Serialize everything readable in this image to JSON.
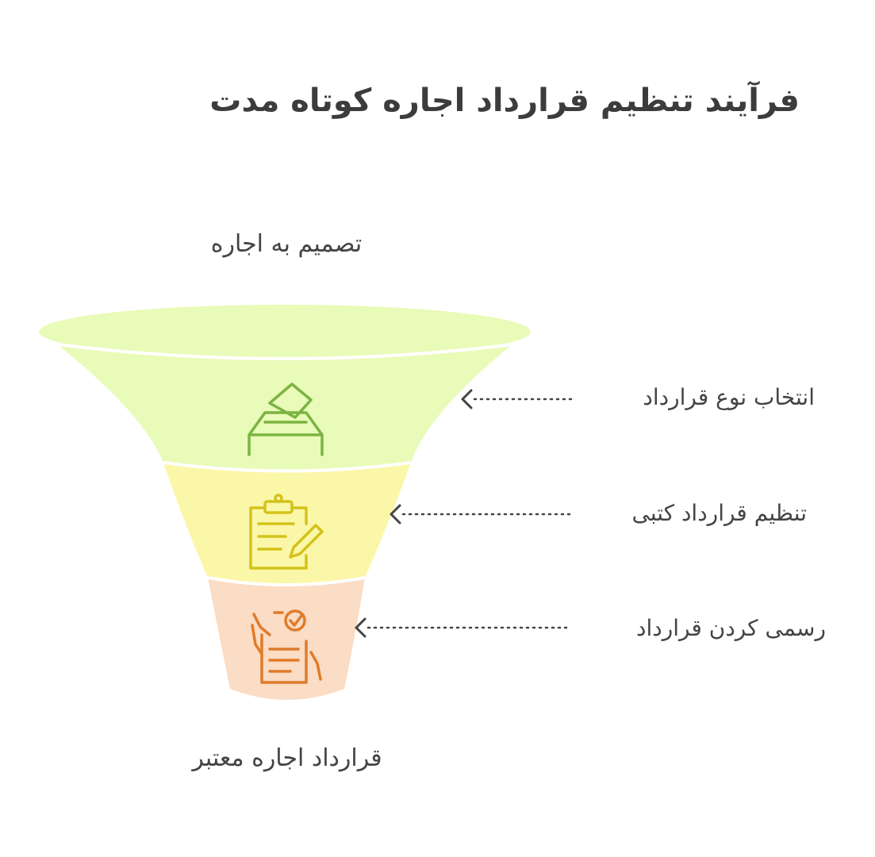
{
  "title": "فرآیند تنظیم قرارداد اجاره کوتاه مدت",
  "top_label": "تصمیم به اجاره",
  "bottom_label": "قرارداد اجاره معتبر",
  "stages": [
    {
      "label": "انتخاب نوع قرارداد",
      "icon": "ballot-box-icon",
      "color": "#e8fbb8",
      "icon_color": "#7cb342"
    },
    {
      "label": "تنظیم قرارداد کتبی",
      "icon": "clipboard-pen-icon",
      "color": "#fbf7a8",
      "icon_color": "#d4c21a"
    },
    {
      "label": "رسمی کردن قرارداد",
      "icon": "hand-signed-document-icon",
      "color": "#fbdcc4",
      "icon_color": "#e07b2a"
    }
  ]
}
